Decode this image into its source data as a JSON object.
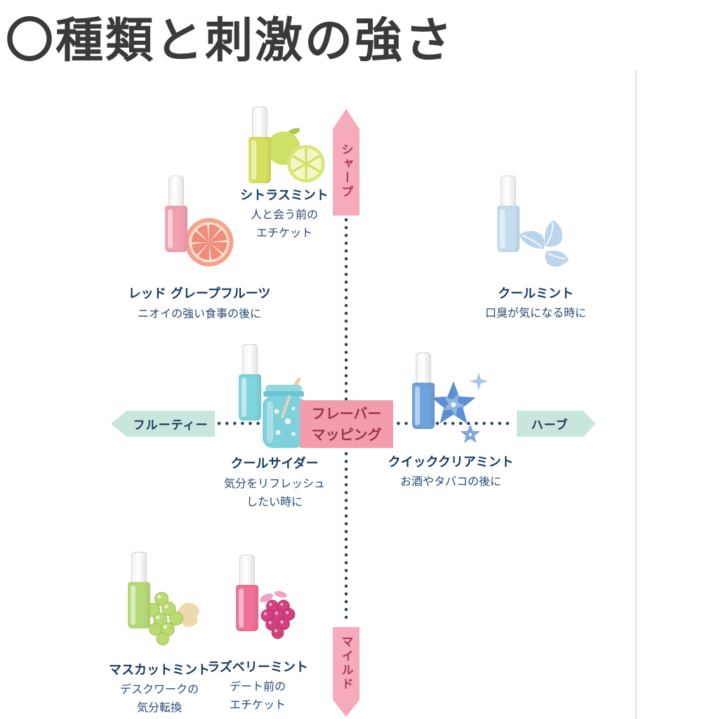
{
  "page": {
    "title": "〇種類と刺激の強さ",
    "colors": {
      "title_text": "#3a3a3a",
      "axis_pink": "#f6aabb",
      "axis_teal": "#c9e6dc",
      "text_navy": "#1d3c5f",
      "accent_rose": "#a83a55",
      "center_box_bg": "#f29cad",
      "dotted_axis": "#24456b"
    }
  },
  "map": {
    "center_label": [
      "フレーバー",
      "マッピング"
    ],
    "axis_top": "シャープ",
    "axis_bottom": "マイルド",
    "axis_left": "フルーティー",
    "axis_right": "ハーブ"
  },
  "products": [
    {
      "name": "シトラスミント",
      "desc": [
        "人と会う前の",
        "エチケット"
      ],
      "bottle_color": "#d5e061",
      "illustration": "lime"
    },
    {
      "name": "レッド グレープフルーツ",
      "desc": [
        "ニオイの強い食事の後に"
      ],
      "bottle_color": "#f2a0b0",
      "illustration": "grapefruit"
    },
    {
      "name": "クールミント",
      "desc": [
        "口臭が気になる時に"
      ],
      "bottle_color": "#c4ddef",
      "illustration": "mint-leaves"
    },
    {
      "name": "クールサイダー",
      "desc": [
        "気分をリフレッシュ",
        "したい時に"
      ],
      "bottle_color": "#7ed3dc",
      "illustration": "cider-jar"
    },
    {
      "name": "クイッククリアミント",
      "desc": [
        "お酒やタバコの後に"
      ],
      "bottle_color": "#6da2dc",
      "illustration": "blue-flower"
    },
    {
      "name": "マスカットミント",
      "desc": [
        "デスクワークの",
        "気分転換"
      ],
      "bottle_color": "#b6d977",
      "illustration": "muscat-grapes"
    },
    {
      "name": "ラズベリーミント",
      "desc": [
        "デート前の",
        "エチケット"
      ],
      "bottle_color": "#ef7295",
      "illustration": "raspberry"
    }
  ]
}
